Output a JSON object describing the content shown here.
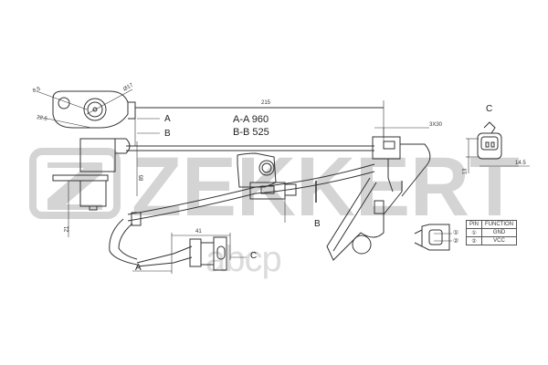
{
  "watermark": {
    "brand": "ZEKKERT",
    "site": "abcp",
    "color": "#d6d6d6"
  },
  "lengths": {
    "a_a": "A-A 960",
    "b_b": "B-B 525"
  },
  "section_labels": {
    "a_top": "A",
    "b_top": "B",
    "b_mid": "B",
    "a_bottom": "A",
    "c_bottom": "C",
    "c_view": "C"
  },
  "dimensions": {
    "hole_small": "8.5",
    "hole_big": "Ø17",
    "angle_offset": "22.5",
    "cable_length": "215",
    "height_85": "85",
    "height_21": "21",
    "connector_41": "41",
    "clip_3x30": "3X30",
    "connector_14_5": "14.5",
    "connector_13": "13"
  },
  "pin_table": {
    "headers": [
      "PIN",
      "FUNCTION"
    ],
    "rows": [
      {
        "pin": "①",
        "function": "GND"
      },
      {
        "pin": "②",
        "function": "VCC"
      }
    ]
  },
  "pin_markers": [
    "①",
    "②"
  ]
}
